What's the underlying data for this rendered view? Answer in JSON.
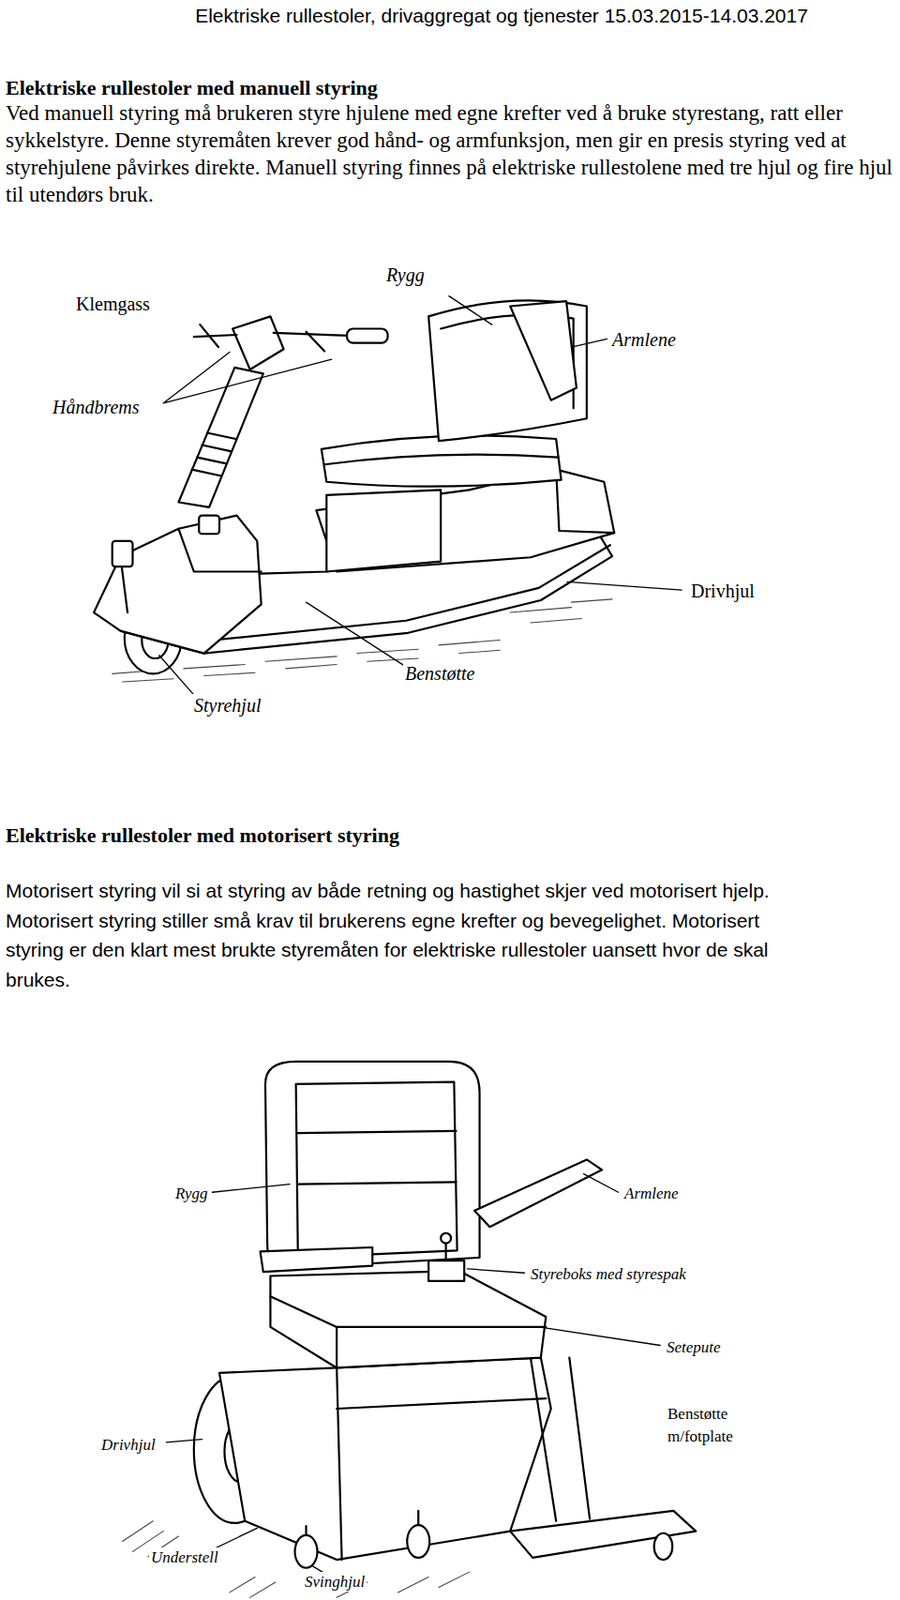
{
  "diagram": {
    "labels": [
      "Elektriske rullestoler, drivaggregat og tjenester 15.03.2015-14.03.2017",
      "Elektriske rullestoler med manuell styring",
      "Ved manuell styring må brukeren styre hjulene med egne krefter ved å bruke styrestang, ratt eller sykkelstyre. Denne styremåten krever god hånd- og armfunksjon, men gir en presis styring ved at styrehjulene påvirkes direkte. Manuell styring finnes på elektriske rullestolene med tre hjul og fire hjul til utendørs bruk.",
      "Klemgass",
      "Rygg",
      "Armlene",
      "Håndbrems",
      "Drivhjul",
      "Benstøtte",
      "Styrehjul",
      "Elektriske rullestoler med motorisert styring",
      "Motorisert styring vil si at styring av både retning og hastighet skjer ved motorisert hjelp. Motorisert styring stiller små krav til brukerens egne krefter og bevegelighet. Motorisert styring er den klart mest brukte styremåten for elektriske rullestoler uansett hvor de skal brukes.",
      "Rygg",
      "Armlene",
      "Styreboks med styrespak",
      "Setepute",
      "Benstøtte m/fotplate",
      "Drivhjul",
      "Understell",
      "Svinghjul"
    ]
  }
}
